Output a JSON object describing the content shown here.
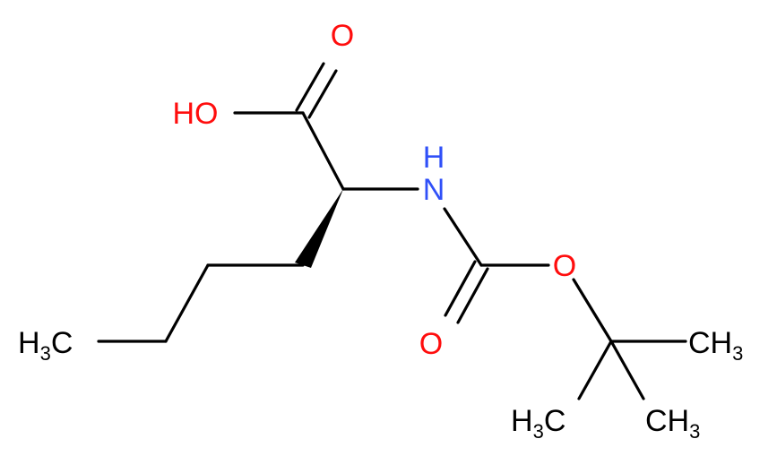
{
  "molecule": {
    "colors": {
      "bond": "#000000",
      "oxygen": "#ff0d0d",
      "nitrogen": "#3050f8",
      "carbon": "#000000"
    },
    "atoms": {
      "carbonyl_o_top": {
        "label": "O",
        "element": "O"
      },
      "hydroxyl": {
        "label": "HO",
        "element": "O"
      },
      "amine_n": {
        "label": "N",
        "element": "N"
      },
      "amine_h": {
        "label": "H",
        "element": "N"
      },
      "ester_o": {
        "label": "O",
        "element": "O"
      },
      "carbamate_o": {
        "label": "O",
        "element": "O"
      },
      "methyl_chain": {
        "main": "H",
        "sub": "3",
        "tail": "C",
        "element": "C"
      },
      "methyl_right": {
        "main": "CH",
        "sub": "3",
        "element": "C"
      },
      "methyl_bottom_left": {
        "main": "H",
        "sub": "3",
        "tail": "C",
        "element": "C"
      },
      "methyl_bottom_right": {
        "main": "CH",
        "sub": "3",
        "element": "C"
      }
    }
  }
}
